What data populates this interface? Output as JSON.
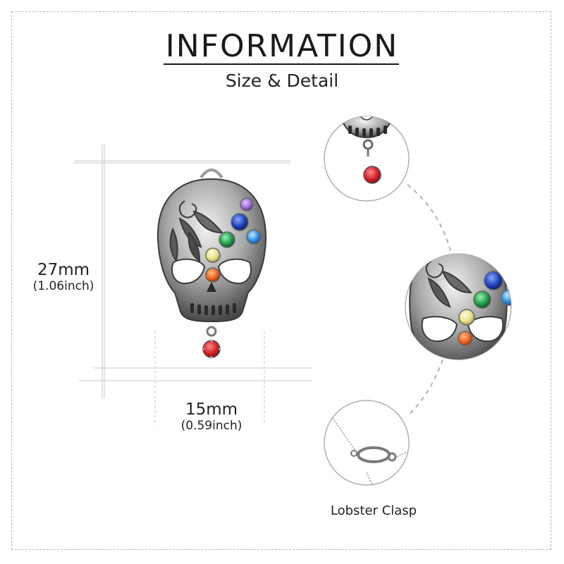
{
  "header": {
    "title": "INFORMATION",
    "subtitle": "Size & Detail"
  },
  "dimensions": {
    "height_mm": "27mm",
    "height_inch": "(1.06inch)",
    "width_mm": "15mm",
    "width_inch": "(0.59inch)"
  },
  "details": {
    "clasp_caption": "Lobster Clasp"
  },
  "colors": {
    "silver": "#8a8a8a",
    "silver_dark": "#3a3a3a",
    "ruby": "#d4202a",
    "amethyst": "#9a6ad0",
    "sapphire": "#1c3fb8",
    "emerald": "#1f9a4a",
    "aquamarine": "#2a8fe0",
    "citrine": "#e8e08a",
    "orange": "#f0621a"
  }
}
